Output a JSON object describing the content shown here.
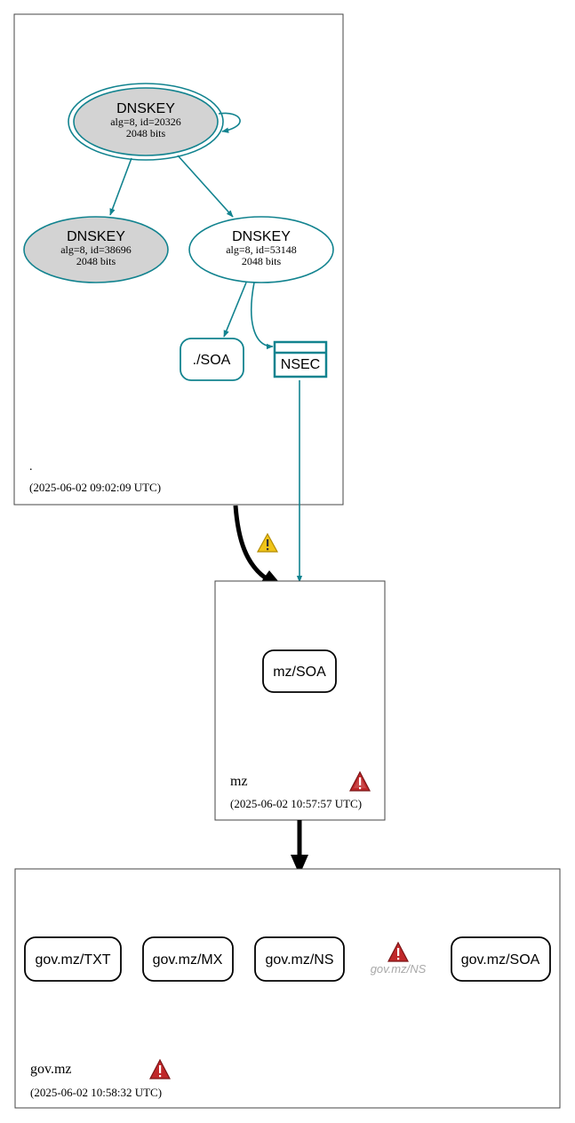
{
  "colors": {
    "teal": "#12838f",
    "black": "#000000",
    "grey_fill": "#d3d3d3",
    "warn_yellow": "#f0c419",
    "warn_red": "#c0282a",
    "muted_text": "#a8a8a8"
  },
  "zones": {
    "root": {
      "name": ".",
      "timestamp": "(2025-06-02 09:02:09 UTC)",
      "nodes": {
        "ksk": {
          "title": "DNSKEY",
          "line1": "alg=8, id=20326",
          "line2": "2048 bits"
        },
        "zsk_a": {
          "title": "DNSKEY",
          "line1": "alg=8, id=38696",
          "line2": "2048 bits"
        },
        "zsk_b": {
          "title": "DNSKEY",
          "line1": "alg=8, id=53148",
          "line2": "2048 bits"
        },
        "soa": {
          "label": "./SOA"
        },
        "nsec": {
          "label": "NSEC"
        }
      }
    },
    "mz": {
      "name": "mz",
      "timestamp": "(2025-06-02 10:57:57 UTC)",
      "nodes": {
        "soa": {
          "label": "mz/SOA"
        }
      },
      "warning_icon": "warning-red-icon"
    },
    "gov_mz": {
      "name": "gov.mz",
      "timestamp": "(2025-06-02 10:58:32 UTC)",
      "nodes": {
        "txt": {
          "label": "gov.mz/TXT"
        },
        "mx": {
          "label": "gov.mz/MX"
        },
        "ns": {
          "label": "gov.mz/NS"
        },
        "ns_missing": {
          "label": "gov.mz/NS"
        },
        "soa": {
          "label": "gov.mz/SOA"
        }
      },
      "warning_icon": "warning-red-icon"
    }
  },
  "delegation_warning_icon": "warning-yellow-icon"
}
